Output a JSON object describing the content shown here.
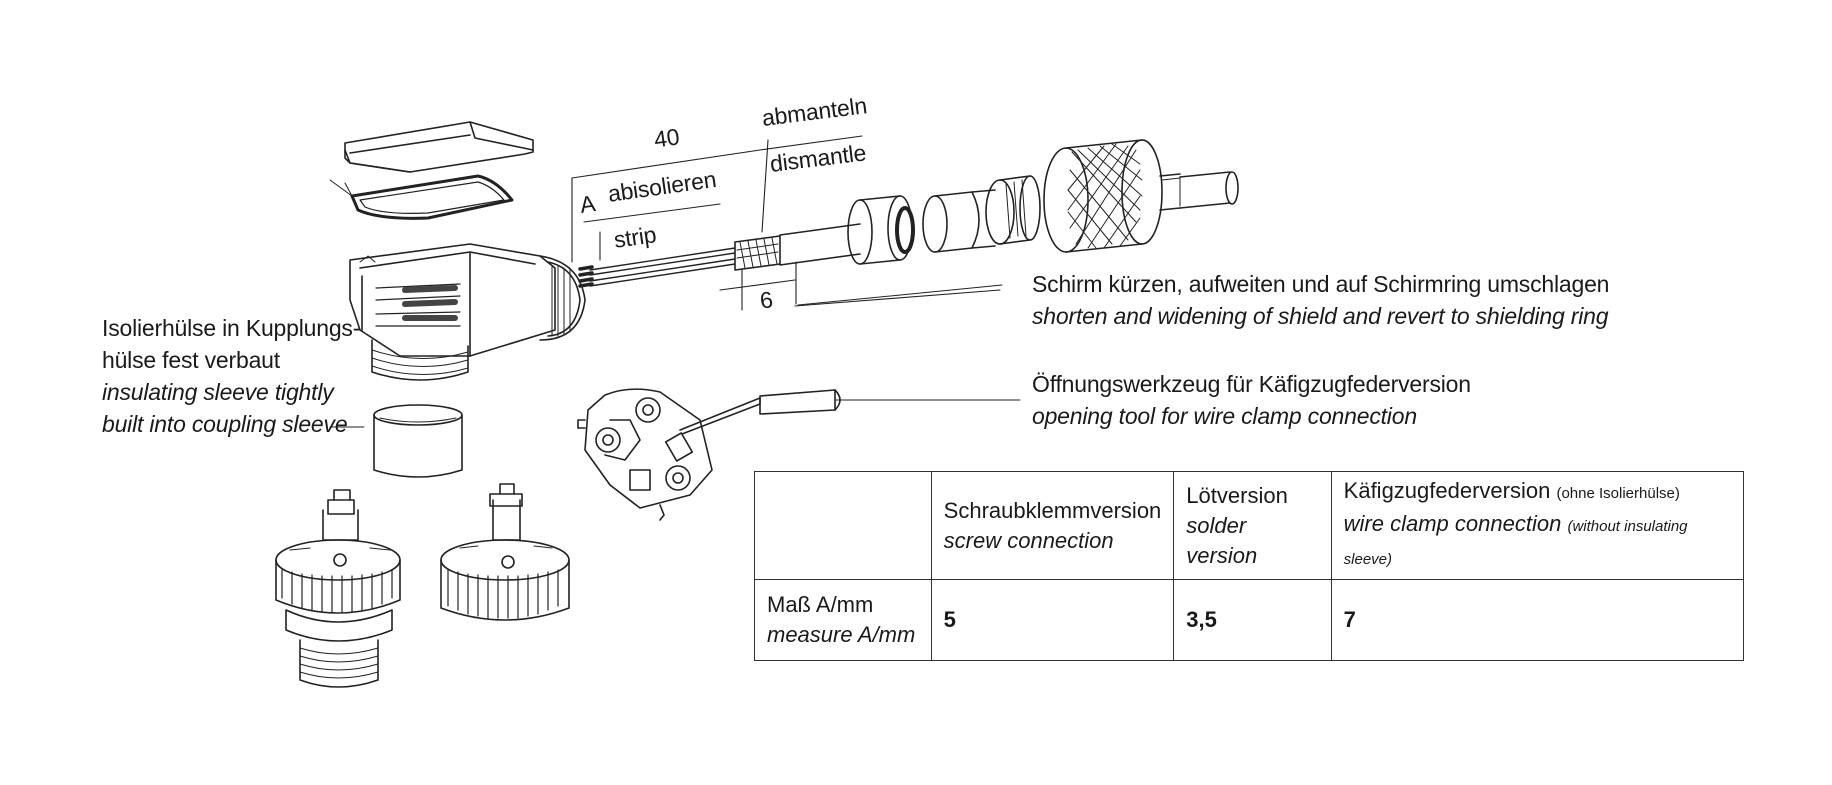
{
  "labels": {
    "dim_40": "40",
    "abmanteln": "abmanteln",
    "dismantle": "dismantle",
    "dim_A": "A",
    "abisolieren": "abisolieren",
    "strip": "strip",
    "dim_6": "6",
    "shield_de": "Schirm kürzen, aufweiten und auf Schirmring umschlagen",
    "shield_en": "shorten and widening of shield and revert to shielding ring",
    "tool_de": "Öffnungswerkzeug für Käfigzugfederversion",
    "tool_en": "opening tool for wire clamp connection",
    "sleeve_de_1": "Isolierhülse in Kupplungs-",
    "sleeve_de_2": "hülse fest verbaut",
    "sleeve_en_1": "insulating sleeve tightly",
    "sleeve_en_2": "built into coupling sleeve"
  },
  "table": {
    "headers": [
      {
        "de": "",
        "en": ""
      },
      {
        "de": "Schraubklemmversion",
        "en": "screw connection"
      },
      {
        "de": "Lötversion",
        "en": "solder version"
      },
      {
        "de": "Käfigzugfederversion",
        "de_note": "(ohne Isolierhülse)",
        "en": "wire clamp connection",
        "en_note": "(without insulating sleeve)"
      }
    ],
    "row": {
      "label_de": "Maß A/mm",
      "label_en": "measure A/mm",
      "values": [
        "5",
        "3,5",
        "7"
      ]
    }
  }
}
